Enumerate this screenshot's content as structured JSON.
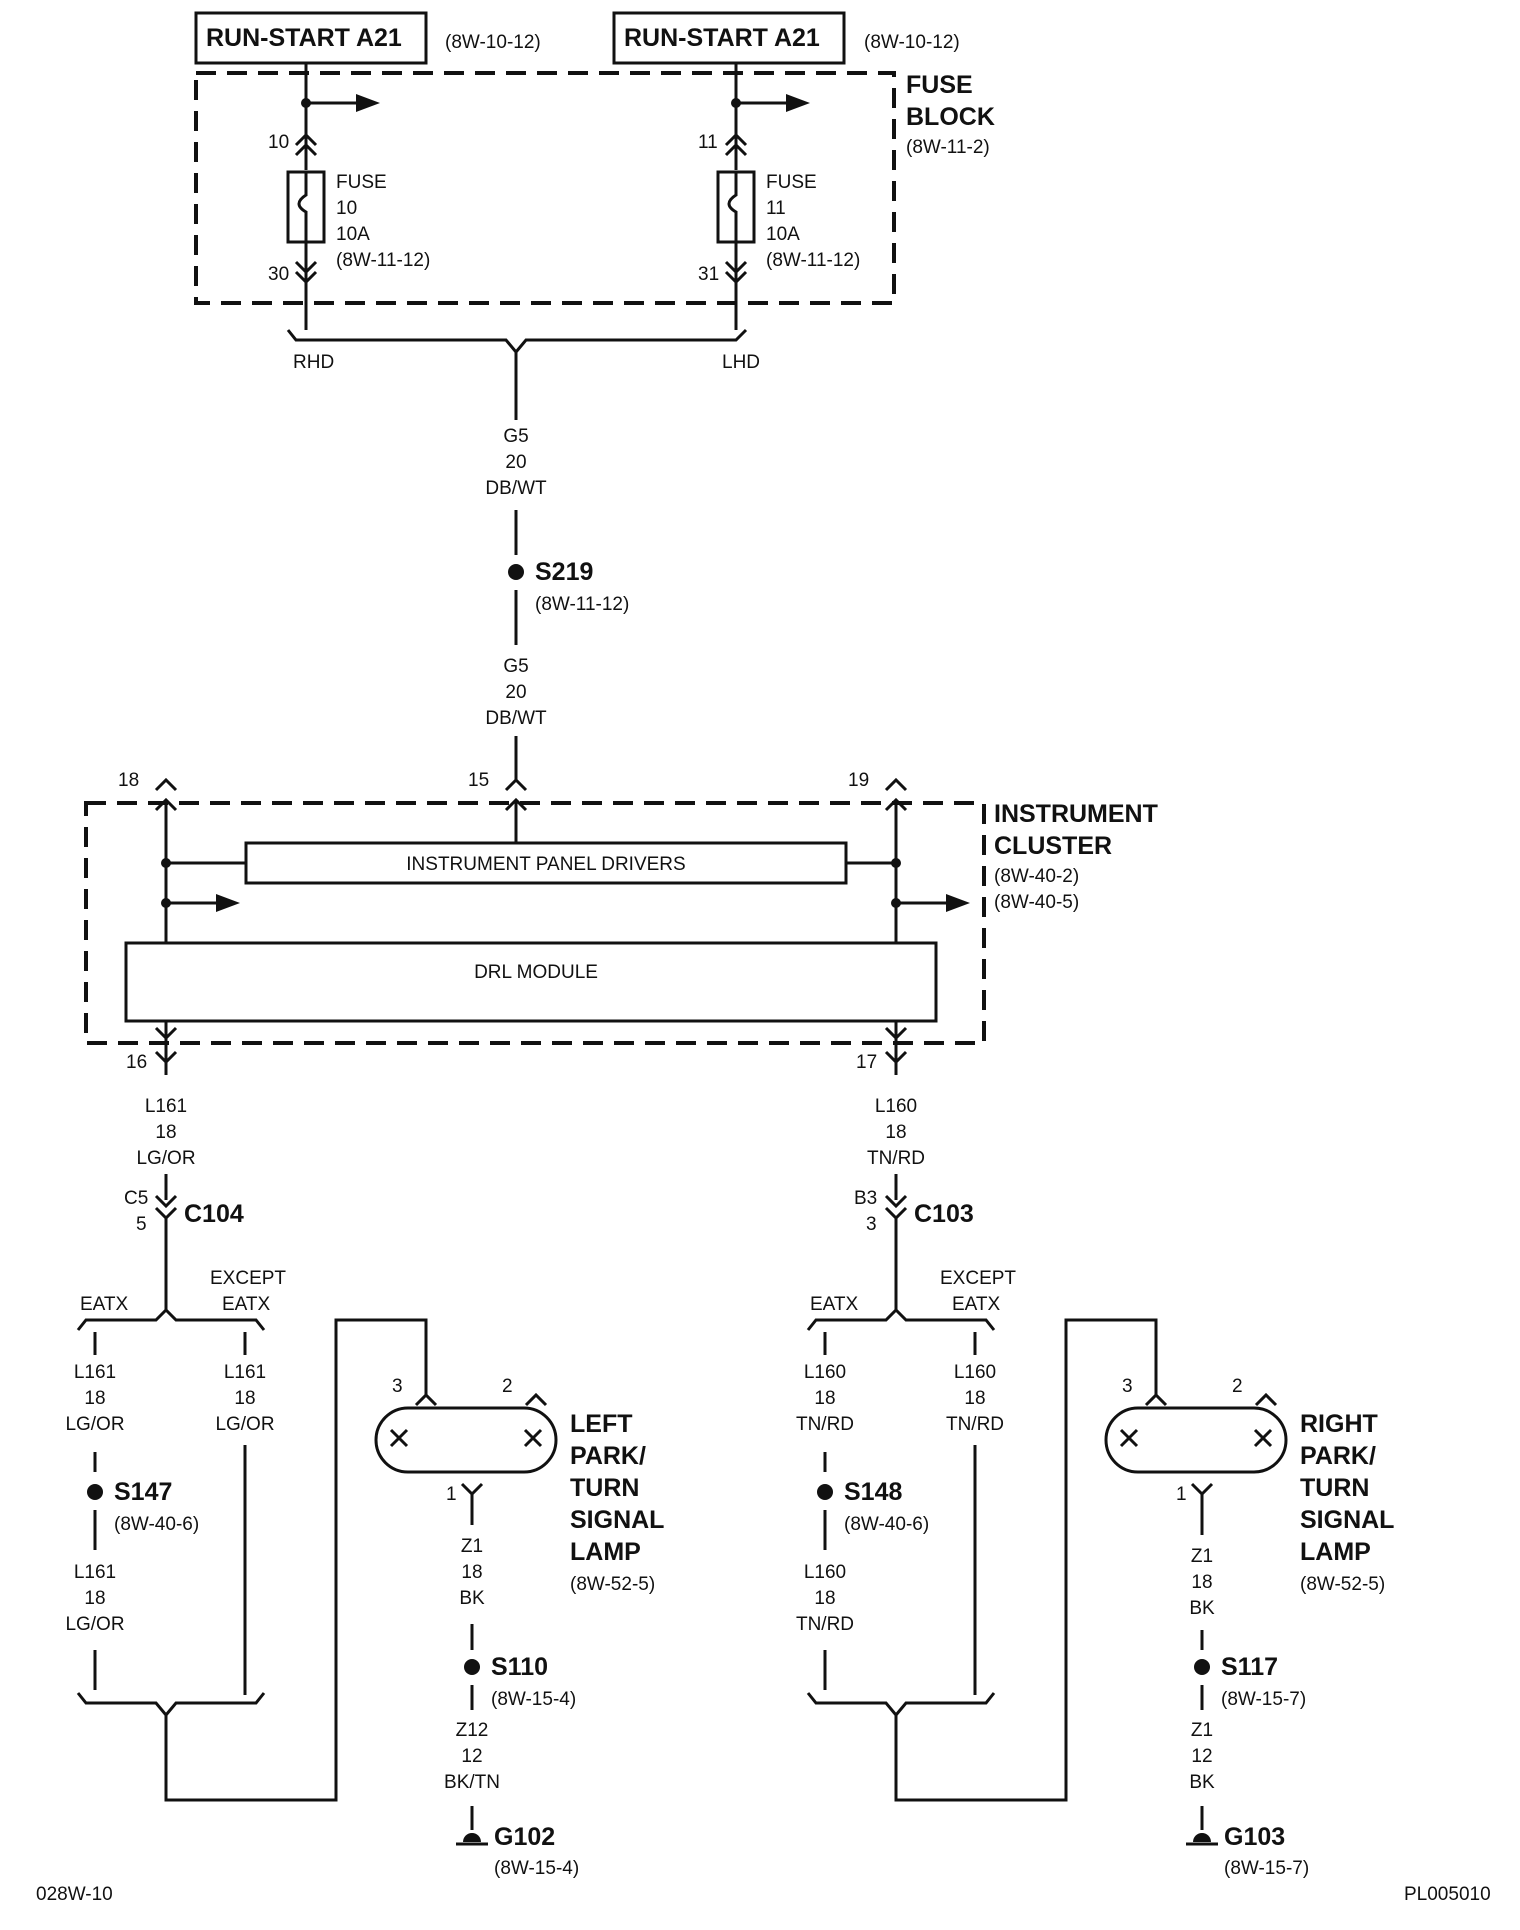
{
  "top": {
    "left_source": {
      "label": "RUN-START A21",
      "ref": "(8W-10-12)"
    },
    "right_source": {
      "label": "RUN-START A21",
      "ref": "(8W-10-12)"
    }
  },
  "fuse_block": {
    "title_line1": "FUSE",
    "title_line2": "BLOCK",
    "ref": "(8W-11-2)",
    "fuse_a": {
      "pin_in": "10",
      "pin_out": "30",
      "line1": "FUSE",
      "line2": "10",
      "line3": "10A",
      "ref": "(8W-11-12)"
    },
    "fuse_b": {
      "pin_in": "11",
      "pin_out": "31",
      "line1": "FUSE",
      "line2": "11",
      "line3": "10A",
      "ref": "(8W-11-12)"
    },
    "opt_left": "RHD",
    "opt_right": "LHD"
  },
  "wire_g5_upper": {
    "code": "G5",
    "gauge": "20",
    "color": "DB/WT"
  },
  "splice_s219": {
    "name": "S219",
    "ref": "(8W-11-12)"
  },
  "wire_g5_lower": {
    "code": "G5",
    "gauge": "20",
    "color": "DB/WT"
  },
  "cluster": {
    "title_line1": "INSTRUMENT",
    "title_line2": "CLUSTER",
    "ref1": "(8W-40-2)",
    "ref2": "(8W-40-5)",
    "pin_18": "18",
    "pin_15": "15",
    "pin_19": "19",
    "pin_16": "16",
    "pin_17": "17",
    "ipd_label": "INSTRUMENT PANEL DRIVERS",
    "drl_label": "DRL MODULE"
  },
  "left": {
    "wire_top": {
      "code": "L161",
      "gauge": "18",
      "color": "LG/OR"
    },
    "connector": {
      "cavity_a": "C5",
      "cavity_b": "5",
      "name": "C104"
    },
    "opt_left": "EATX",
    "opt_right_line1": "EXCEPT",
    "opt_right_line2": "EATX",
    "wire_eatx": {
      "code": "L161",
      "gauge": "18",
      "color": "LG/OR"
    },
    "wire_except": {
      "code": "L161",
      "gauge": "18",
      "color": "LG/OR"
    },
    "splice": {
      "name": "S147",
      "ref": "(8W-40-6)"
    },
    "wire_after_splice": {
      "code": "L161",
      "gauge": "18",
      "color": "LG/OR"
    },
    "lamp": {
      "pin3": "3",
      "pin2": "2",
      "pin1": "1",
      "line1": "LEFT",
      "line2": "PARK/",
      "line3": "TURN",
      "line4": "SIGNAL",
      "line5": "LAMP",
      "ref": "(8W-52-5)"
    },
    "ground_wire_a": {
      "code": "Z1",
      "gauge": "18",
      "color": "BK"
    },
    "ground_splice": {
      "name": "S110",
      "ref": "(8W-15-4)"
    },
    "ground_wire_b": {
      "code": "Z12",
      "gauge": "12",
      "color": "BK/TN"
    },
    "ground": {
      "name": "G102",
      "ref": "(8W-15-4)"
    }
  },
  "right": {
    "wire_top": {
      "code": "L160",
      "gauge": "18",
      "color": "TN/RD"
    },
    "connector": {
      "cavity_a": "B3",
      "cavity_b": "3",
      "name": "C103"
    },
    "opt_left": "EATX",
    "opt_right_line1": "EXCEPT",
    "opt_right_line2": "EATX",
    "wire_eatx": {
      "code": "L160",
      "gauge": "18",
      "color": "TN/RD"
    },
    "wire_except": {
      "code": "L160",
      "gauge": "18",
      "color": "TN/RD"
    },
    "splice": {
      "name": "S148",
      "ref": "(8W-40-6)"
    },
    "wire_after_splice": {
      "code": "L160",
      "gauge": "18",
      "color": "TN/RD"
    },
    "lamp": {
      "pin3": "3",
      "pin2": "2",
      "pin1": "1",
      "line1": "RIGHT",
      "line2": "PARK/",
      "line3": "TURN",
      "line4": "SIGNAL",
      "line5": "LAMP",
      "ref": "(8W-52-5)"
    },
    "ground_wire_a": {
      "code": "Z1",
      "gauge": "18",
      "color": "BK"
    },
    "ground_splice": {
      "name": "S117",
      "ref": "(8W-15-7)"
    },
    "ground_wire_b": {
      "code": "Z1",
      "gauge": "12",
      "color": "BK"
    },
    "ground": {
      "name": "G103",
      "ref": "(8W-15-7)"
    }
  },
  "footer": {
    "left": "028W-10",
    "right": "PL005010"
  }
}
